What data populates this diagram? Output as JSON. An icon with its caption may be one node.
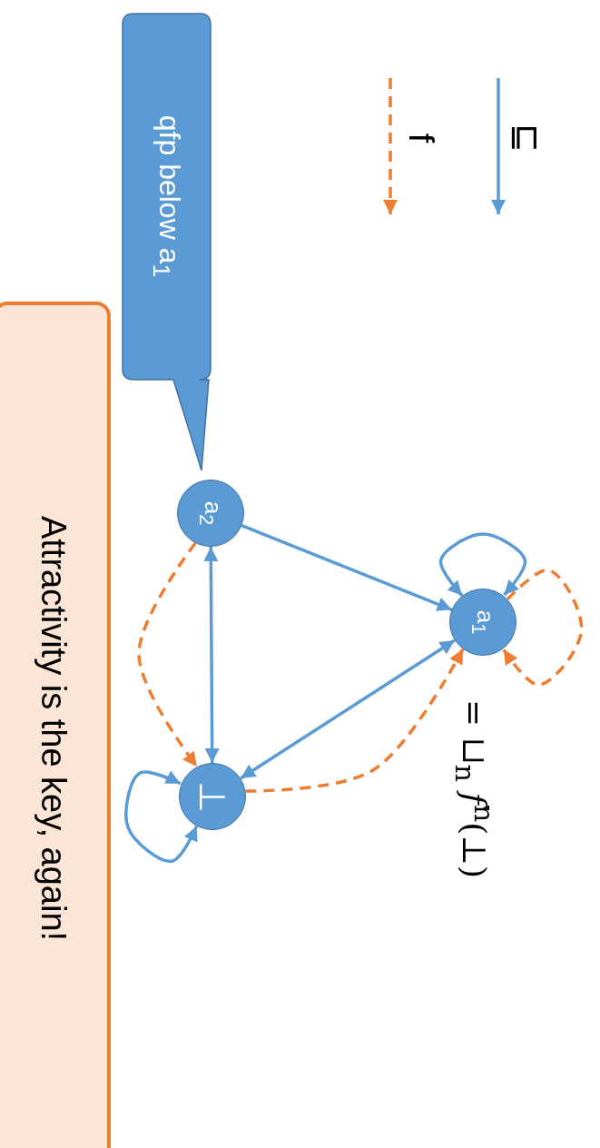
{
  "diagram": {
    "nodes": [
      {
        "text": [
          "qfp below a$_{1}$"
        ]
      },
      {
        "text": [
          "a$_{2}$"
        ]
      },
      {
        "text": [
          "a$_{1}$"
        ]
      },
      {
        "text": [
          "⊥"
        ]
      },
      {
        "text": [
          "Attractivity is the key, again!"
        ]
      }
    ],
    "edges": [
      {
        "from": 1,
        "to": 2,
        "arrow": "to"
      },
      {
        "from": 1,
        "to": 3,
        "arrow": "both"
      },
      {
        "from": 2,
        "to": 3,
        "arrow": "both"
      },
      {
        "from": 2,
        "to": 2,
        "arrow": "both"
      },
      {
        "from": 3,
        "to": 3,
        "arrow": "both"
      },
      {
        "from": 2,
        "to": 2,
        "arrow": "to",
        "style": "dashed",
        "color": "#ed7d31"
      },
      {
        "from": 1,
        "to": 3,
        "arrow": "to",
        "style": "dashed",
        "color": "#ed7d31"
      },
      {
        "from": 3,
        "to": 2,
        "arrow": "to",
        "style": "dashed",
        "color": "#ed7d31"
      }
    ],
    "labels": [
      "= ⊔$_{n}$ *f*$^{n}$(⊥)"
    ],
    "legend": [
      {
        "text": "⊑"
      },
      {
        "text": "f"
      }
    ]
  }
}
